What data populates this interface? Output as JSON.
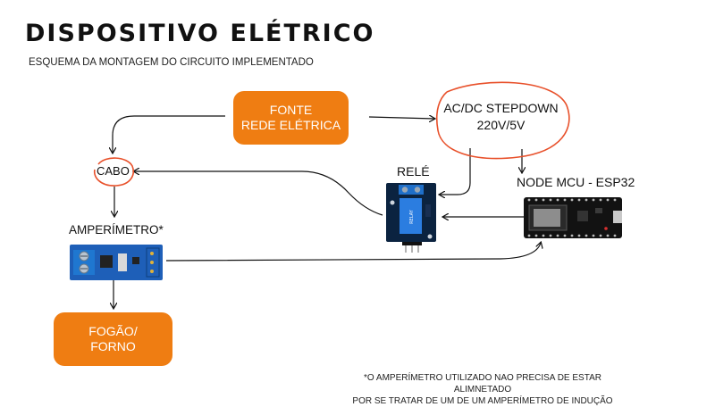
{
  "title": "DISPOSITIVO ELÉTRICO",
  "subtitle": "ESQUEMA DA MONTAGEM DO CIRCUITO IMPLEMENTADO",
  "nodes": {
    "fonte": {
      "line1": "FONTE",
      "line2": "REDE ELÉTRICA"
    },
    "stepdown": {
      "line1": "AC/DC STEPDOWN",
      "line2": "220V/5V"
    },
    "cabo": "CABO",
    "rele": "RELÉ",
    "esp32": "NODE MCU - ESP32",
    "amperimetro": "AMPERÍMETRO*",
    "fogao": {
      "line1": "FOGÃO/",
      "line2": "FORNO"
    }
  },
  "footnote": {
    "line1": "*O AMPERÍMETRO UTILIZADO NAO PRECISA DE ESTAR ALIMNETADO",
    "line2": "POR SE TRATAR DE UM DE UM AMPERÍMETRO DE INDUÇÃO"
  },
  "colors": {
    "accent": "#ef7d12",
    "circle": "#e8502a",
    "relay_board": "#0b2340",
    "sensor_board": "#1e5fb8",
    "esp32_board": "#121212"
  }
}
